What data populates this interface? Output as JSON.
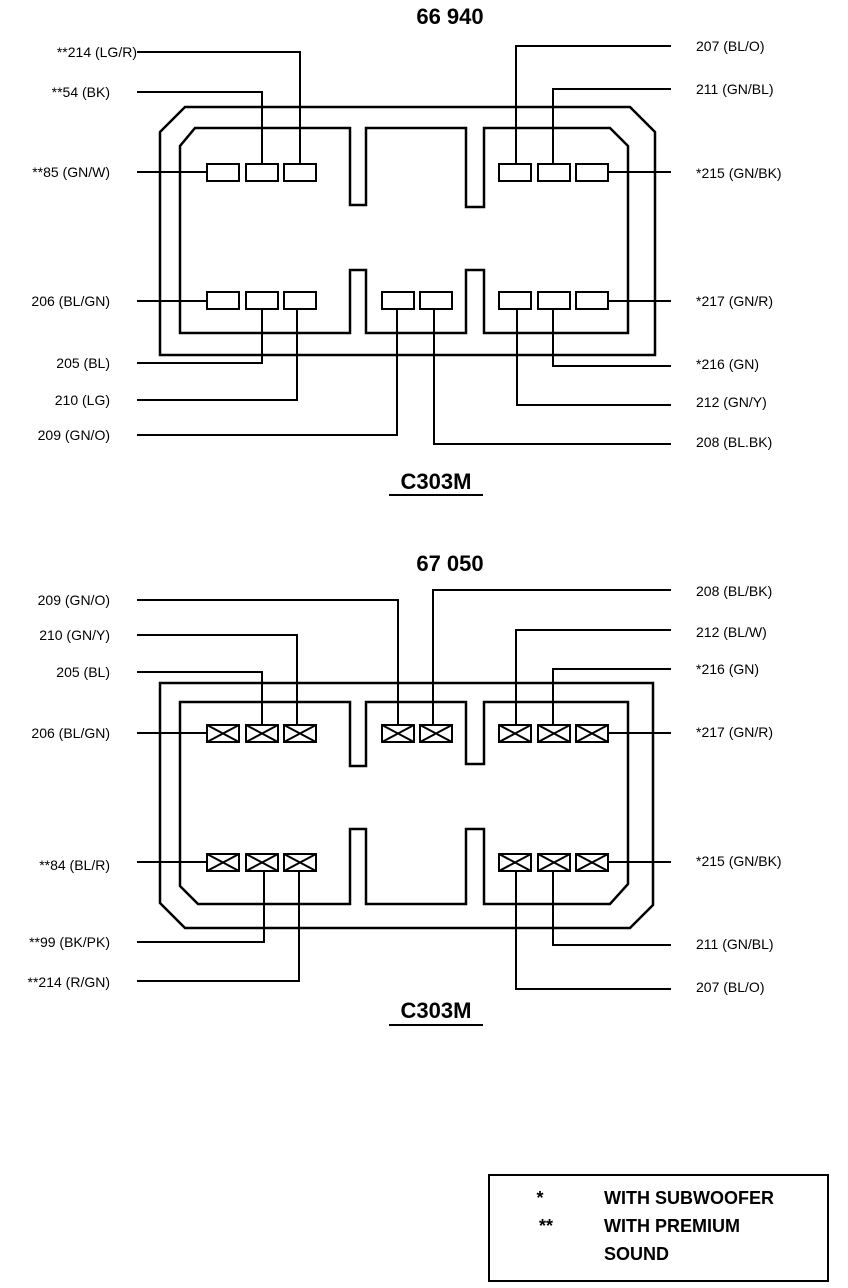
{
  "connector1": {
    "title": "66 940",
    "name": "C303M",
    "labels": {
      "l214": "**214  (LG/R)",
      "l54": "**54 (BK)",
      "l85": "**85 (GN/W)",
      "l206": "206 (BL/GN)",
      "l205": "205 (BL)",
      "l210": "210 (LG)",
      "l209": "209 (GN/O)",
      "r207": "207 (BL/O)",
      "r211": "211 (GN/BL)",
      "r215": "*215 (GN/BK)",
      "r217": "*217 (GN/R)",
      "r216": "*216 (GN)",
      "r212": "212 (GN/Y)",
      "r208": "208 (BL.BK)"
    }
  },
  "connector2": {
    "title": "67 050",
    "name": "C303M",
    "labels": {
      "l209": "209 (GN/O)",
      "l210": "210 (GN/Y)",
      "l205": "205 (BL)",
      "l206": "206 (BL/GN)",
      "l84": "**84 (BL/R)",
      "l99": "**99 (BK/PK)",
      "l214": "**214  (R/GN)",
      "r208": "208 (BL/BK)",
      "r212": "212 (BL/W)",
      "r216": "*216 (GN)",
      "r217": "*217 (GN/R)",
      "r215": "*215 (GN/BK)",
      "r211": "211 (GN/BL)",
      "r207": "207 (BL/O)"
    }
  },
  "legend": {
    "sym1": "*",
    "text1": "WITH SUBWOOFER",
    "sym2": "**",
    "text2": "WITH PREMIUM",
    "text3": "SOUND"
  }
}
